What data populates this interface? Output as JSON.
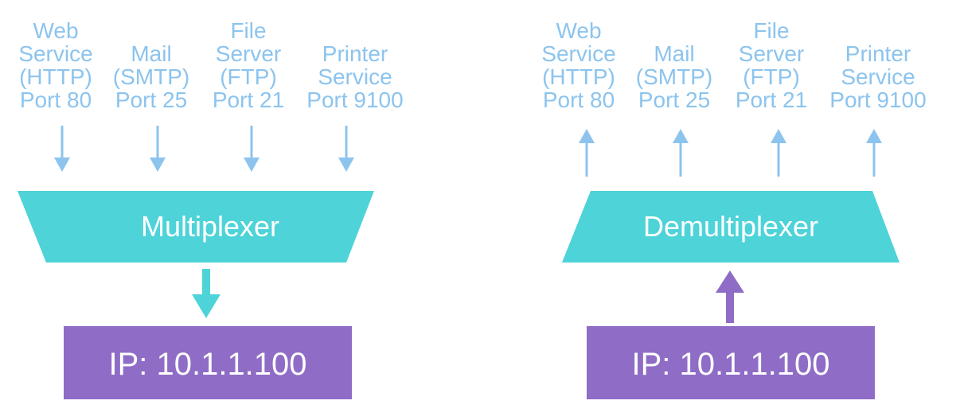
{
  "colors": {
    "service_text": "#8cc4ee",
    "small_arrow": "#8cc4ee",
    "mux_block": "#4dd3d8",
    "ip_block": "#8f6cc6",
    "block_text": "#ffffff"
  },
  "multiplexer": {
    "label": "Multiplexer",
    "ip_label": "IP: 10.1.1.100",
    "services": [
      {
        "line1": "Web",
        "line2": "Service",
        "line3": "(HTTP)",
        "line4": "Port 80"
      },
      {
        "line1": "",
        "line2": "Mail",
        "line3": "(SMTP)",
        "line4": "Port 25"
      },
      {
        "line1": "File",
        "line2": "Server",
        "line3": "(FTP)",
        "line4": "Port 21"
      },
      {
        "line1": "",
        "line2": "Printer",
        "line3": "Service",
        "line4": "Port 9100"
      }
    ]
  },
  "demultiplexer": {
    "label": "Demultiplexer",
    "ip_label": "IP: 10.1.1.100",
    "services": [
      {
        "line1": "Web",
        "line2": "Service",
        "line3": "(HTTP)",
        "line4": "Port 80"
      },
      {
        "line1": "",
        "line2": "Mail",
        "line3": "(SMTP)",
        "line4": "Port 25"
      },
      {
        "line1": "File",
        "line2": "Server",
        "line3": "(FTP)",
        "line4": "Port 21"
      },
      {
        "line1": "",
        "line2": "Printer",
        "line3": "Service",
        "line4": "Port 9100"
      }
    ]
  }
}
